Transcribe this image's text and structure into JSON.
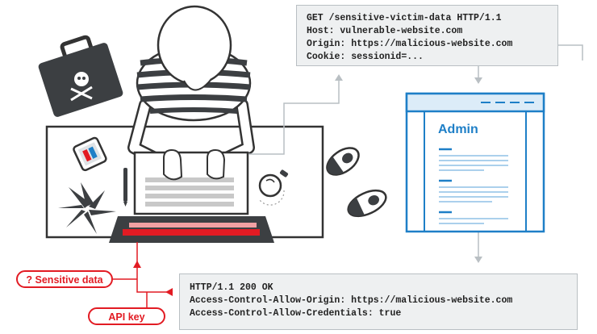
{
  "request": {
    "lines": [
      "GET /sensitive-victim-data HTTP/1.1",
      "Host: vulnerable-website.com",
      "Origin: https://malicious-website.com",
      "Cookie: sessionid=..."
    ]
  },
  "response": {
    "lines": [
      "HTTP/1.1 200 OK",
      "Access-Control-Allow-Origin: https://malicious-website.com",
      "Access-Control-Allow-Credentials: true"
    ]
  },
  "labels": {
    "sensitive_icon": "?",
    "sensitive": "Sensitive data",
    "api_key": "API key"
  },
  "admin_page": {
    "title": "Admin"
  },
  "colors": {
    "accent_red": "#e21b23",
    "admin_blue": "#1e7fc7",
    "connector_gray": "#b9bfc3",
    "code_bg": "#eef0f1"
  }
}
